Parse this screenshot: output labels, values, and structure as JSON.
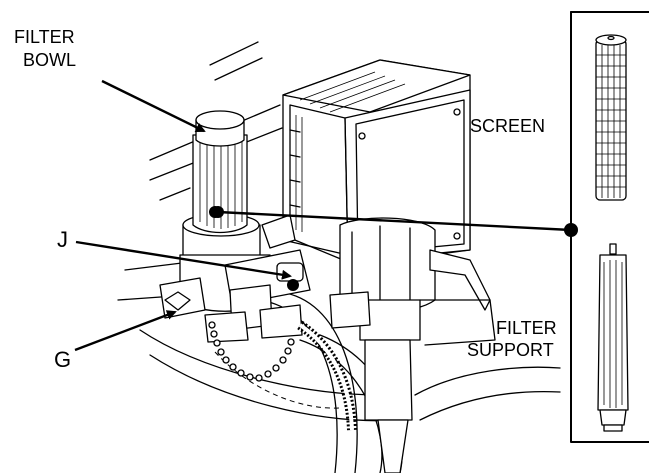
{
  "labels": {
    "filter_bowl_line1": "FILTER",
    "filter_bowl_line2": "BOWL",
    "j": "J",
    "g": "G",
    "screen": "SCREEN",
    "filter_support_line1": "FILTER",
    "filter_support_line2": "SUPPORT"
  },
  "colors": {
    "line": "#000000",
    "background": "#ffffff"
  }
}
